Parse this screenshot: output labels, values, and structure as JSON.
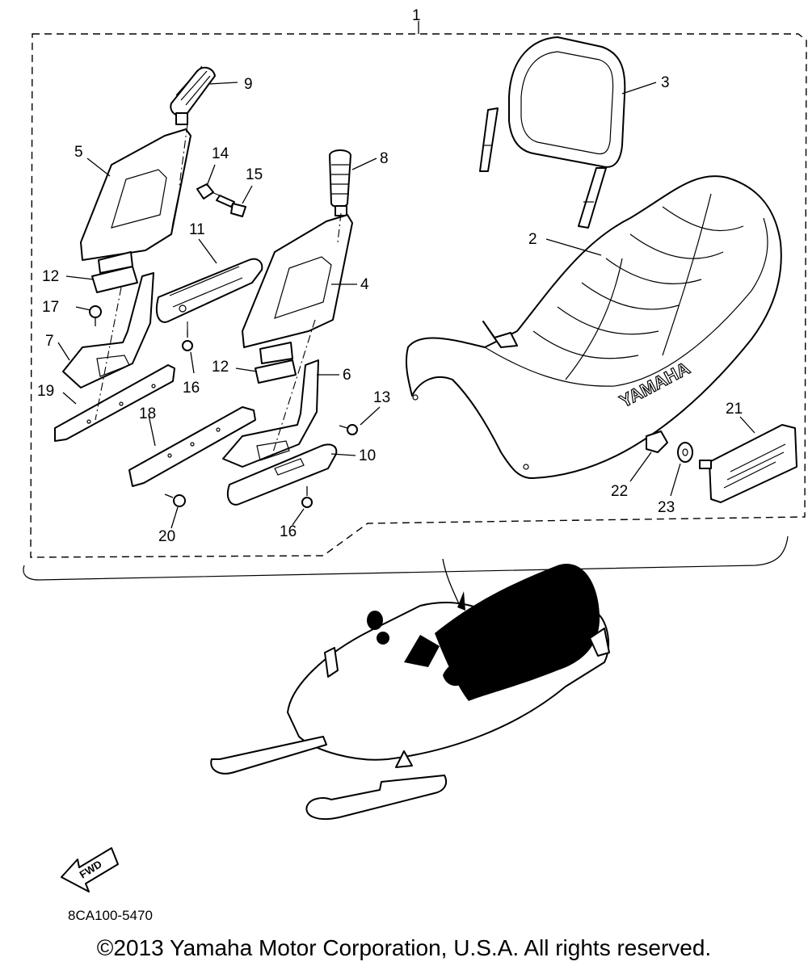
{
  "diagram": {
    "callouts": {
      "assembly": "1",
      "seat": "2",
      "backrest": "3",
      "bracket_right": "4",
      "bracket_left": "5",
      "stay_right": "6",
      "stay_left": "7",
      "grip_right": "8",
      "grip_left": "9",
      "armrest_right": "10",
      "armrest_left": "11",
      "spacer_left": "12",
      "spacer_right": "12",
      "screw_13": "13",
      "collar_14": "14",
      "bolt_15": "15",
      "screw_16_upper": "16",
      "screw_16_lower": "16",
      "bolt_17": "17",
      "plate_18": "18",
      "plate_19": "19",
      "bolt_20": "20",
      "reflector": "21",
      "nut_22": "22",
      "washer_23": "23"
    },
    "seat_brand_text": "YAMAHA",
    "fwd_arrow_text": "FWD"
  },
  "drawing_code": "8CA100-5470",
  "copyright": "©2013 Yamaha Motor Corporation, U.S.A. All rights reserved."
}
